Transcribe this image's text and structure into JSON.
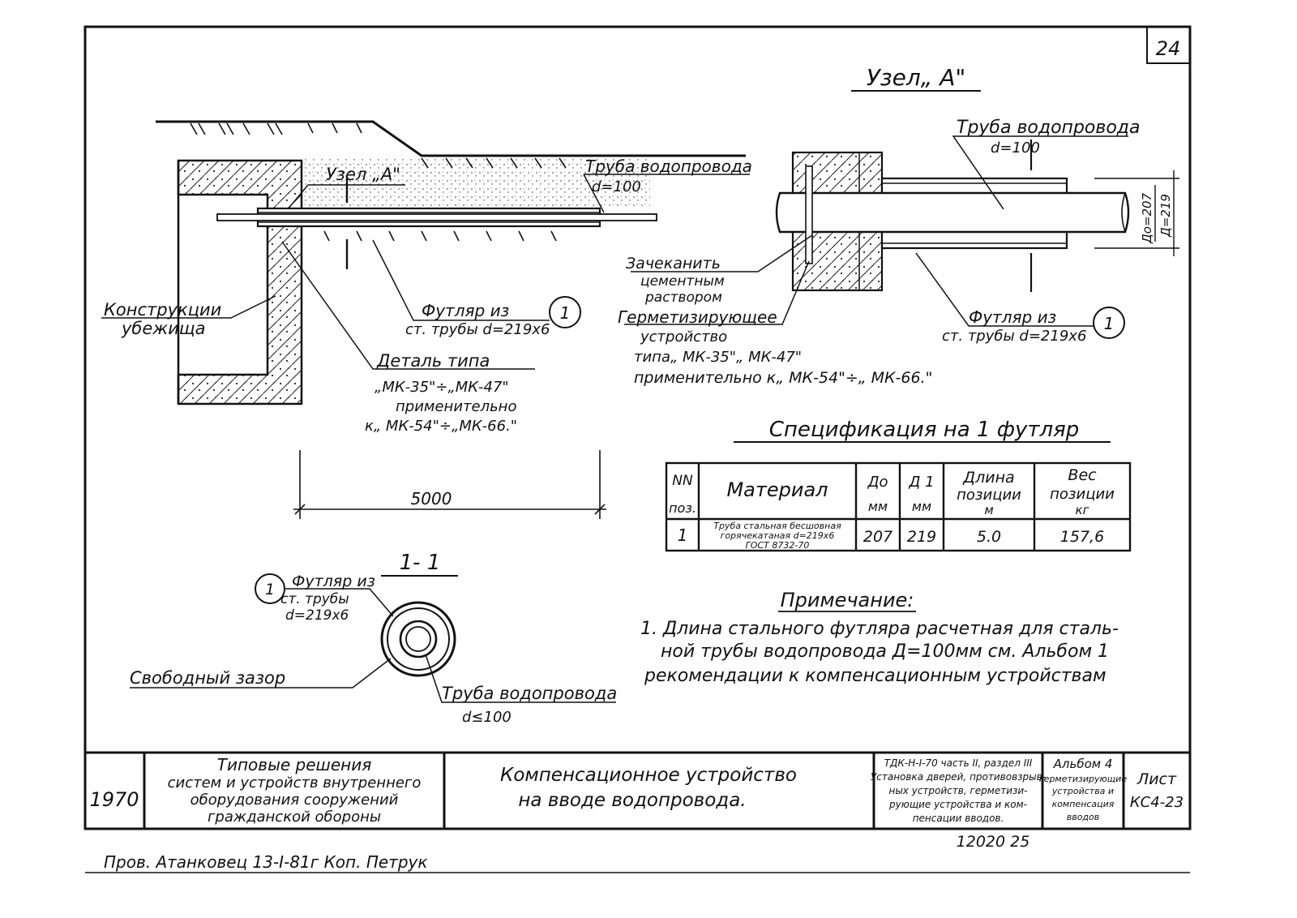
{
  "sheet": {
    "number": "24",
    "signature": "Пров. Атанковец 13-I-81г Коп. Петрук"
  },
  "main_view": {
    "node_label": "Узел „А\"",
    "pipe_label": "Труба водопровода",
    "pipe_diameter": "d=100",
    "sleeve_label": "Футляр из",
    "sleeve_spec": "ст. трубы d=219х6",
    "sleeve_pos": "1",
    "structure_line1": "Конструкции",
    "structure_line2": "убежища",
    "detail_line1": "Деталь типа",
    "detail_line2": "„МК-35\"÷„МК-47\"",
    "detail_line3": "применительно",
    "detail_line4": "к„ МК-54\"÷„МК-66.\"",
    "dimension": "5000"
  },
  "node_view": {
    "title": "Узел„ А\"",
    "pipe_label": "Труба водопровода",
    "pipe_diameter": "d=100",
    "caulk_line1": "Зачеканить",
    "caulk_line2": "цементным",
    "caulk_line3": "раствором",
    "seal_line1": "Герметизирующее",
    "seal_line2": "устройство",
    "seal_line3": "типа„ МК-35\"„ МК-47\"",
    "seal_line4": "применительно к„ МК-54\"÷„ МК-66.\"",
    "sleeve_label": "Футляр из",
    "sleeve_spec": "ст. трубы d=219х6",
    "sleeve_pos": "1",
    "dim_inner": "Дo=207",
    "dim_outer": "Д=219"
  },
  "section_view": {
    "title": "1- 1",
    "sleeve_pos": "1",
    "sleeve_line1": "Футляр из",
    "sleeve_line2": "ст. трубы",
    "sleeve_line3": "d=219х6",
    "gap_label": "Свободный зазор",
    "pipe_label": "Труба водопровода",
    "pipe_diameter": "d≤100"
  },
  "spec": {
    "title": "Спецификация на 1 футляр",
    "headers": {
      "pos_1": "NN",
      "pos_2": "поз.",
      "material": "Материал",
      "d0_1": "Дo",
      "d0_2": "мм",
      "d1_1": "Д 1",
      "d1_2": "мм",
      "len_1": "Длина",
      "len_2": "позиции",
      "len_3": "м",
      "wt_1": "Вес",
      "wt_2": "позиции",
      "wt_3": "кг"
    },
    "row": {
      "pos": "1",
      "mat_1": "Труба стальная бесшовная",
      "mat_2": "горячекатаная d=219х6",
      "mat_3": "ГОСТ 8732-70",
      "d0": "207",
      "d1": "219",
      "len": "5.0",
      "wt": "157,6"
    }
  },
  "note": {
    "title": "Примечание:",
    "line1": "1. Длина стального футляра расчетная для сталь-",
    "line2": "ной трубы водопровода Д=100мм см. Альбом 1",
    "line3": "рекомендации к компенсационным устройствам"
  },
  "title_block": {
    "year": "1970",
    "series_1": "Типовые решения",
    "series_2": "систем и устройств внутреннего",
    "series_3": "оборудования сооружений",
    "series_4": "гражданской обороны",
    "title_1": "Компенсационное устройство",
    "title_2": "на вводе водопровода.",
    "ref_1": "ТДК-Н-I-70 часть II, раздел III",
    "ref_2": "Установка дверей, противовзрыв-",
    "ref_3": "ных устройств, герметизи-",
    "ref_4": "рующие устройства и ком-",
    "ref_5": "пенсации вводов.",
    "album_1": "Альбом 4",
    "album_2": "герметизирующие",
    "album_3": "устройства и",
    "album_4": "компенсация",
    "album_5": "вводов",
    "sheet_label": "Лист",
    "sheet_code": "КС4-23",
    "archive": "12020  25"
  }
}
